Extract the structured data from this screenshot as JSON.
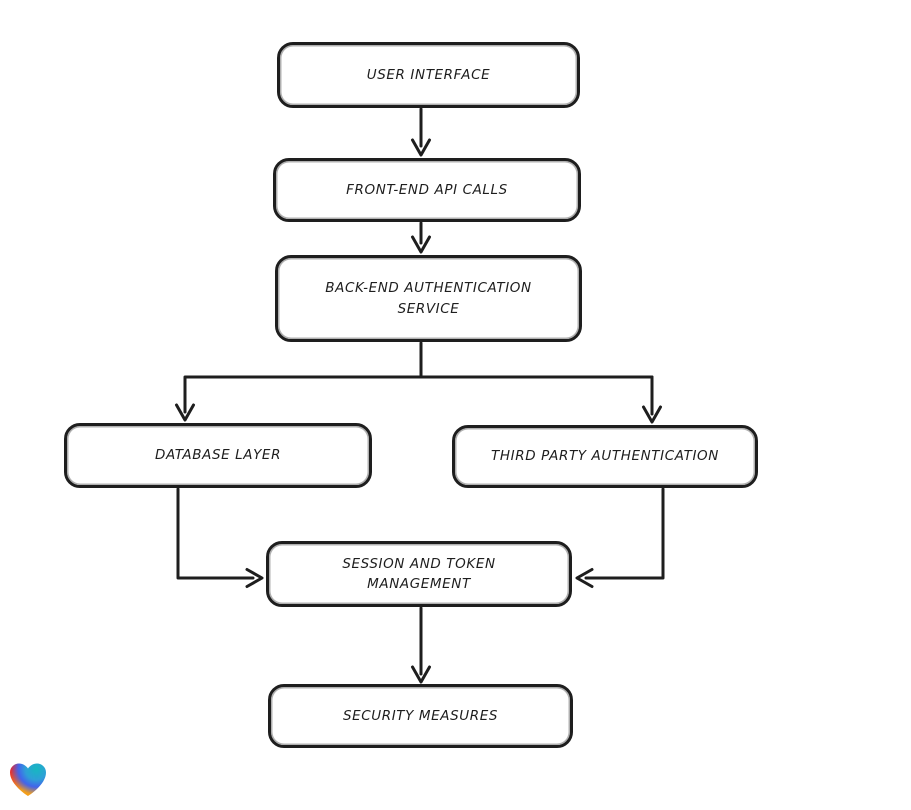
{
  "canvas": {
    "background_color": "#ffffff",
    "stroke_color": "#1e1e1e"
  },
  "nodes": [
    {
      "id": "user-interface",
      "label": "USER INTERFACE"
    },
    {
      "id": "front-end-api-calls",
      "label": "FRONT-END API CALLS"
    },
    {
      "id": "back-end-authentication-service",
      "label": "BACK-END AUTHENTICATION SERVICE"
    },
    {
      "id": "database-layer",
      "label": "DATABASE LAYER"
    },
    {
      "id": "third-party-authentication",
      "label": "THIRD PARTY AUTHENTICATION"
    },
    {
      "id": "session-and-token-management",
      "label": "SESSION AND TOKEN MANAGEMENT"
    },
    {
      "id": "security-measures",
      "label": "SECURITY MEASURES"
    }
  ],
  "edges": [
    {
      "from": "user-interface",
      "to": "front-end-api-calls"
    },
    {
      "from": "front-end-api-calls",
      "to": "back-end-authentication-service"
    },
    {
      "from": "back-end-authentication-service",
      "to": "database-layer"
    },
    {
      "from": "back-end-authentication-service",
      "to": "third-party-authentication"
    },
    {
      "from": "database-layer",
      "to": "session-and-token-management"
    },
    {
      "from": "third-party-authentication",
      "to": "session-and-token-management"
    },
    {
      "from": "session-and-token-management",
      "to": "security-measures"
    }
  ],
  "footer": {
    "logo_icon": "heart-gradient-logo",
    "logo_colors": [
      "#e8262d",
      "#f59f18",
      "#16b8c0",
      "#4263eb"
    ]
  }
}
